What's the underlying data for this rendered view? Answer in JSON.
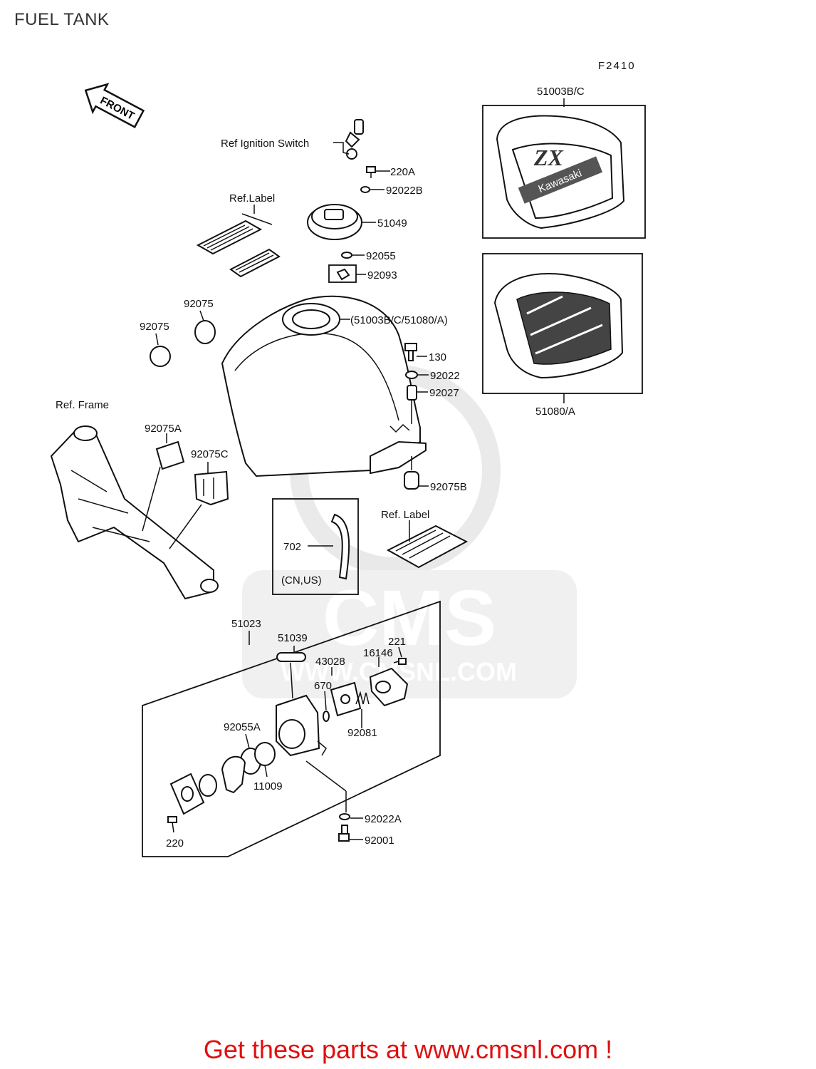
{
  "page": {
    "title": "FUEL TANK",
    "figure_code": "F2410",
    "front_arrow": "FRONT",
    "watermark": "CMS",
    "watermark_url": "WWW.CMSNL.COM",
    "call_to_action": "Get these parts at www.cmsnl.com !",
    "colors": {
      "cta": "#e01010",
      "ink": "#111111",
      "watermark": "#d8d8d8"
    }
  },
  "labels": {
    "ref_ignition_switch": "Ref Ignition Switch",
    "p220A": "220A",
    "p92022B": "92022B",
    "ref_label_top": "Ref.Label",
    "p51049": "51049",
    "p92055": "92055",
    "p92093": "92093",
    "p92075_a": "92075",
    "p92075_b": "92075",
    "tank_ref": "(51003B/C/51080/A)",
    "p130": "130",
    "p92022": "92022",
    "p92027": "92027",
    "ref_frame": "Ref. Frame",
    "p92075A": "92075A",
    "p92075C": "92075C",
    "p92075B": "92075B",
    "p702": "702",
    "cn_us": "(CN,US)",
    "ref_label_mid": "Ref. Label",
    "p51003BC": "51003B/C",
    "p51080A": "51080/A",
    "kawasaki": "Kawasaki",
    "p51023": "51023",
    "p51039": "51039",
    "p43028": "43028",
    "p670": "670",
    "p16146": "16146",
    "p221": "221",
    "p92081": "92081",
    "p92055A": "92055A",
    "p11009": "11009",
    "p92022A": "92022A",
    "p92001": "92001",
    "p220": "220"
  }
}
